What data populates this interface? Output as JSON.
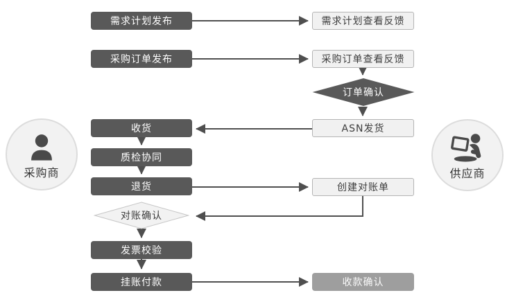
{
  "flowchart": {
    "actors": {
      "buyer": {
        "label": "采购商",
        "icon": "person-icon"
      },
      "supplier": {
        "label": "供应商",
        "icon": "person-laptop-icon"
      }
    },
    "buyer_nodes": {
      "demand_publish": {
        "label": "需求计划发布"
      },
      "po_publish": {
        "label": "采购订单发布"
      },
      "receive_goods": {
        "label": "收货"
      },
      "quality_collab": {
        "label": "质检协同"
      },
      "return_goods": {
        "label": "退货"
      },
      "recon_confirm": {
        "label": "对账确认"
      },
      "invoice_check": {
        "label": "发票校验"
      },
      "book_payment": {
        "label": "挂账付款"
      }
    },
    "supplier_nodes": {
      "demand_feedback": {
        "label": "需求计划查看反馈"
      },
      "po_feedback": {
        "label": "采购订单查看反馈"
      },
      "order_confirm": {
        "label": "订单确认"
      },
      "asn_ship": {
        "label": "ASN发货"
      },
      "create_statement": {
        "label": "创建对账单"
      },
      "collection_confirm": {
        "label": "收款确认"
      }
    },
    "colors": {
      "dark_node": "#595959",
      "light_node_bg": "#f1f1f1",
      "light_node_border": "#b4b4b4",
      "medium_node": "#9e9e9e",
      "arrow": "#4f4f4f",
      "actor_circle_bg": "#f2f2f2",
      "actor_circle_border": "#dcdcdc",
      "icon": "#4a4a4a"
    }
  }
}
